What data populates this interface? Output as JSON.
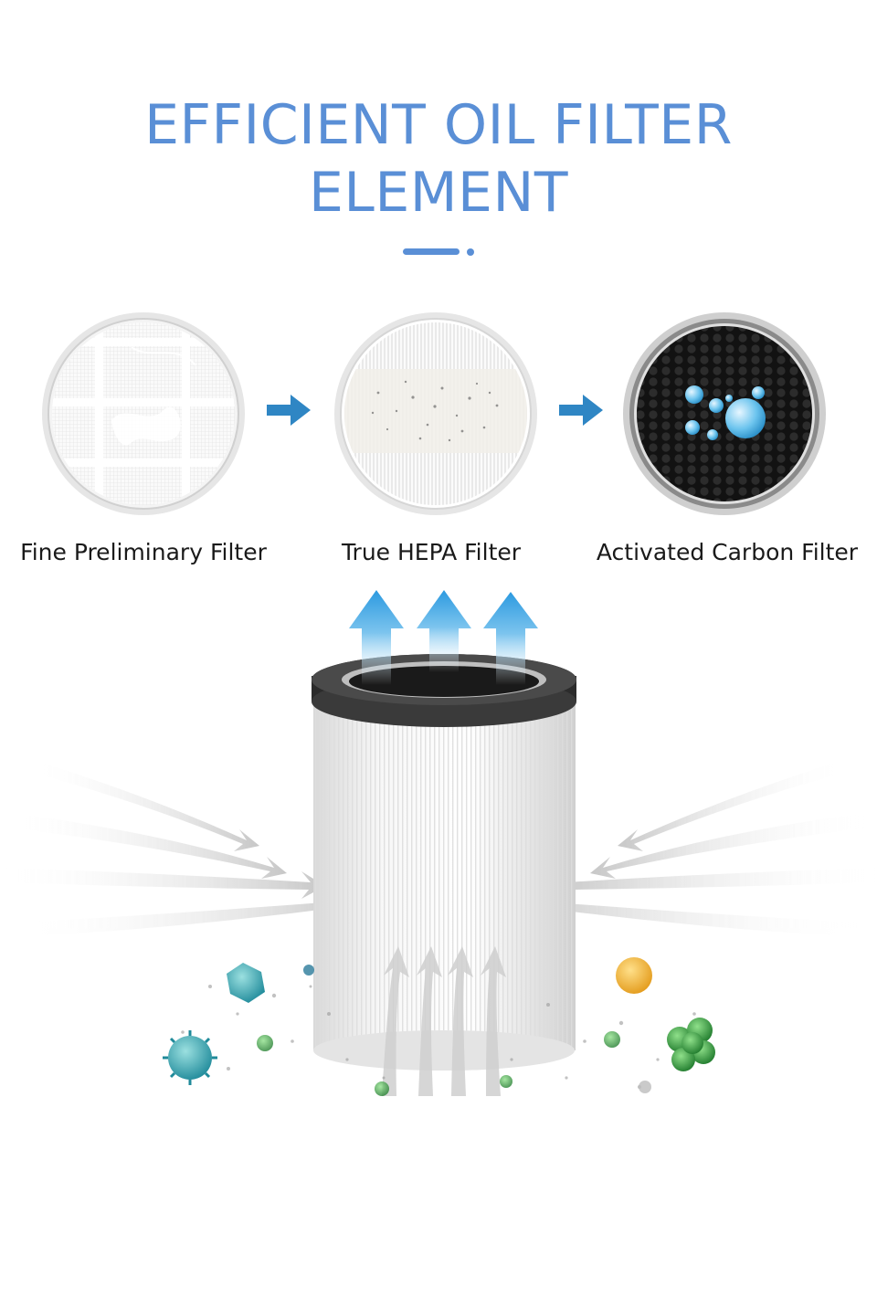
{
  "header": {
    "title_line1": "EFFICIENT OIL FILTER",
    "title_line2": "ELEMENT"
  },
  "stages": [
    {
      "label": "Fine Preliminary Filter"
    },
    {
      "label": "True HEPA Filter"
    },
    {
      "label": "Activated Carbon Filter"
    }
  ],
  "colors": {
    "accent": "#5a8fd6",
    "arrow": "#2f86c4",
    "airflow_up": "#3aa3e0"
  }
}
